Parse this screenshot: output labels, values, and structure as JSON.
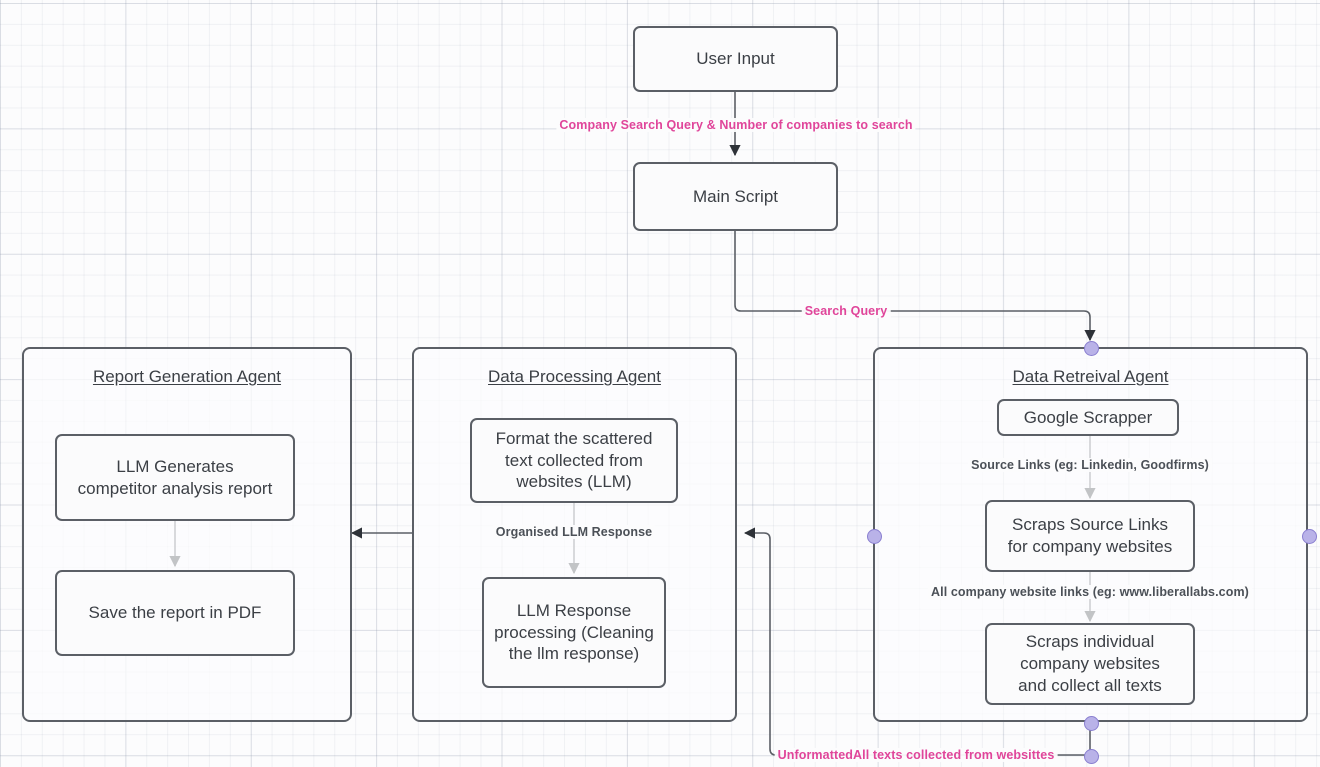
{
  "diagram": {
    "title": "Competitor analysis agent pipeline flowchart",
    "background": "grid",
    "colors": {
      "node_border": "#5b5f66",
      "node_text": "#3b3f45",
      "edge_label_pink": "#e0459a",
      "edge_label_gray": "#4b5057",
      "connector_dot": "#b9b2e8",
      "edge_line": "#5b5f66"
    }
  },
  "nodes": {
    "user_input": "User Input",
    "main_script": "Main Script",
    "llm_generates": "LLM Generates\ncompetitor analysis report",
    "save_pdf": "Save the report in PDF",
    "format_text": "Format the scattered\ntext collected from\nwebsites (LLM)",
    "llm_response_processing": "LLM Response\nprocessing (Cleaning\nthe llm response)",
    "google_scrapper": "Google Scrapper",
    "scraps_source_links": "Scraps Source Links\nfor company websites",
    "scraps_individual": "Scraps individual\ncompany websites\nand collect all texts"
  },
  "groups": {
    "report_generation": "Report Generation Agent",
    "data_processing": "Data Processing Agent",
    "data_retrieval": "Data Retreival Agent"
  },
  "edge_labels": {
    "company_search_query": "Company Search Query & Number of companies to search",
    "search_query": "Search Query",
    "source_links": "Source Links (eg: Linkedin, Goodfirms)",
    "all_company_links": "All company website links (eg: www.liberallabs.com)",
    "organised_llm_response": "Organised LLM Response",
    "unformatted_texts": "UnformattedAll texts collected from websittes"
  }
}
